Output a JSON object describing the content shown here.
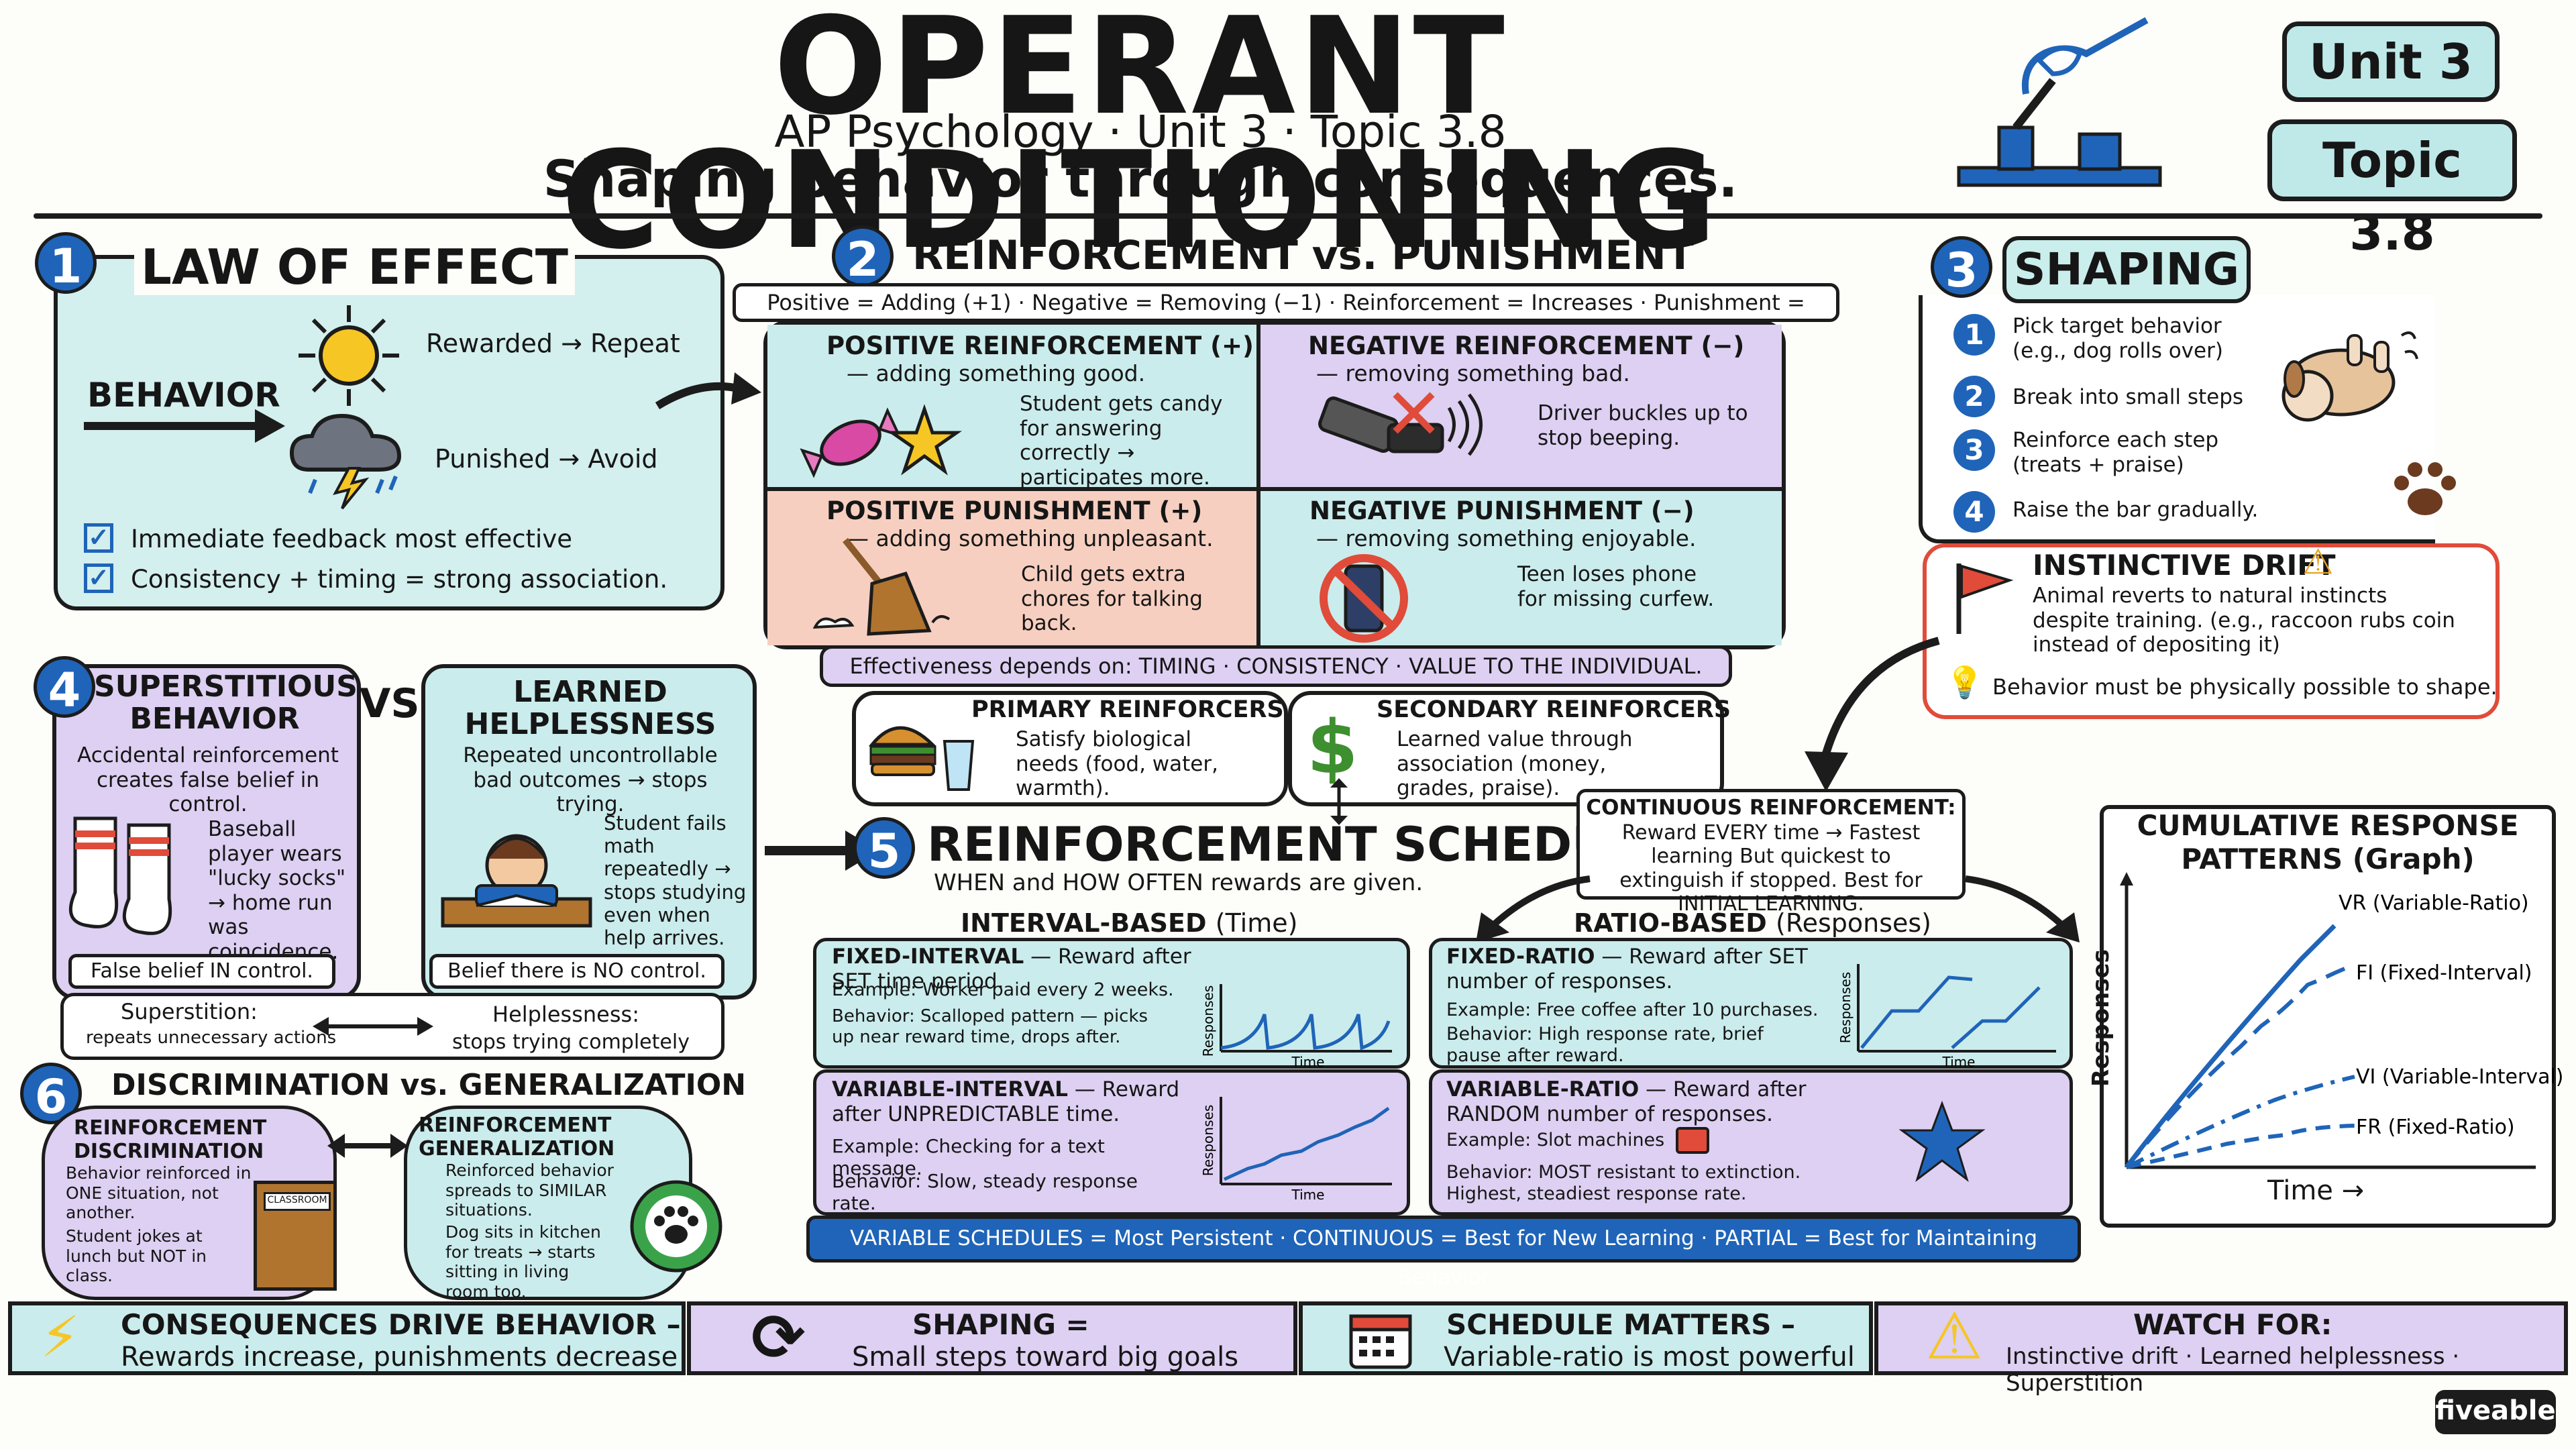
{
  "header": {
    "title": "OPERANT CONDITIONING",
    "subtitle": "AP Psychology · Unit 3 · Topic 3.8",
    "tagline": "Shaping behavior through consequences.",
    "unit_tag": "Unit 3",
    "topic_tag": "Topic 3.8"
  },
  "law_of_effect": {
    "num": "1",
    "title": "LAW OF EFFECT",
    "behavior": "BEHAVIOR",
    "rewarded": "Rewarded → Repeat",
    "punished": "Punished → Avoid",
    "check1": "Immediate feedback most effective",
    "check2": "Consistency + timing = strong association."
  },
  "reinforcement": {
    "num": "2",
    "title": "REINFORCEMENT vs. PUNISHMENT",
    "legend": "Positive = Adding (+1) · Negative = Removing (−1) · Reinforcement = Increases · Punishment = Decreases.",
    "pos_r_title": "POSITIVE REINFORCEMENT (+)",
    "pos_r_sub": "— adding something good.",
    "pos_r_ex": "Student gets candy for answering correctly → participates more.",
    "neg_r_title": "NEGATIVE REINFORCEMENT (−)",
    "neg_r_sub": "— removing something bad.",
    "neg_r_ex": "Driver buckles up to stop beeping.",
    "pos_p_title": "POSITIVE PUNISHMENT (+)",
    "pos_p_sub": "— adding something unpleasant.",
    "pos_p_ex": "Child gets extra chores for talking back.",
    "neg_p_title": "NEGATIVE PUNISHMENT (−)",
    "neg_p_sub": "— removing something enjoyable.",
    "neg_p_ex": "Teen loses phone for missing curfew.",
    "effectiveness": "Effectiveness depends on: TIMING · CONSISTENCY · VALUE TO THE INDIVIDUAL.",
    "primary_title": "PRIMARY REINFORCERS",
    "primary_text": "Satisfy biological needs (food, water, warmth).",
    "secondary_title": "SECONDARY REINFORCERS",
    "secondary_text": "Learned value through association (money, grades, praise)."
  },
  "shaping": {
    "num": "3",
    "title": "SHAPING",
    "steps": [
      {
        "n": "1",
        "text": "Pick target behavior (e.g., dog rolls over)"
      },
      {
        "n": "2",
        "text": "Break into small steps"
      },
      {
        "n": "3",
        "text": "Reinforce each step (treats + praise)"
      },
      {
        "n": "4",
        "text": "Raise the bar gradually."
      }
    ],
    "drift_title": "INSTINCTIVE DRIFT",
    "drift_text": "Animal reverts to natural instincts despite training. (e.g., raccoon rubs coin instead of depositing it)",
    "drift_tip": "Behavior must be physically possible to shape."
  },
  "superstition": {
    "num": "4",
    "title": "SUPERSTITIOUS BEHAVIOR",
    "vs": "VS.",
    "text": "Accidental reinforcement creates false belief in control.",
    "example": "Baseball player wears \"lucky socks\" → home run was coincidence.",
    "footer": "False belief IN control.",
    "lh_title": "LEARNED HELPLESSNESS",
    "lh_text": "Repeated uncontrollable bad outcomes → stops trying.",
    "lh_example": "Student fails math repeatedly → stops studying even when help arrives.",
    "lh_footer": "Belief there is NO control.",
    "compare_left_title": "Superstition:",
    "compare_left_text": "repeats unnecessary actions",
    "compare_right_title": "Helplessness:",
    "compare_right_text": "stops trying completely"
  },
  "schedules": {
    "num": "5",
    "title": "REINFORCEMENT SCHEDULES",
    "subtitle": "WHEN and HOW OFTEN rewards are given.",
    "continuous_title": "CONTINUOUS REINFORCEMENT:",
    "continuous_text": "Reward EVERY time → Fastest learning But quickest to extinguish if stopped. Best for INITIAL LEARNING.",
    "interval_head": "INTERVAL-BASED",
    "interval_head_sub": "(Time)",
    "ratio_head": "RATIO-BASED",
    "ratio_head_sub": "(Responses)",
    "fi_title": "FIXED-INTERVAL",
    "fi_desc": "— Reward after SET time period.",
    "fi_example": "Example: Worker paid every 2 weeks.",
    "fi_behavior": "Behavior: Scalloped pattern — picks up near reward time, drops after.",
    "vi_title": "VARIABLE-INTERVAL",
    "vi_desc": "— Reward after UNPREDICTABLE time.",
    "vi_example": "Example: Checking for a text message.",
    "vi_behavior": "Behavior: Slow, steady response rate.",
    "fr_title": "FIXED-RATIO",
    "fr_desc": "— Reward after SET number of responses.",
    "fr_example": "Example: Free coffee after 10 purchases.",
    "fr_behavior": "Behavior: High response rate, brief pause after reward.",
    "vr_title": "VARIABLE-RATIO",
    "vr_desc": "— Reward after RANDOM number of responses.",
    "vr_example": "Example: Slot machines",
    "vr_behavior": "Behavior: MOST resistant to extinction. Highest, steadiest response rate.",
    "mini_y": "Responses",
    "mini_x": "Time",
    "summary": "VARIABLE SCHEDULES = Most Persistent · CONTINUOUS = Best for New Learning · PARTIAL = Best for Maintaining Behavior"
  },
  "cumulative": {
    "title": "CUMULATIVE RESPONSE PATTERNS (Graph)",
    "ylabel": "Responses",
    "xlabel": "Time →",
    "series": [
      {
        "name": "VR (Variable-Ratio)"
      },
      {
        "name": "FI (Fixed-Interval)"
      },
      {
        "name": "VI (Variable-Interval)"
      },
      {
        "name": "FR (Fixed-Ratio)"
      }
    ]
  },
  "discrimination": {
    "num": "6",
    "title": "DISCRIMINATION vs. GENERALIZATION",
    "disc_title": "REINFORCEMENT DISCRIMINATION",
    "disc_text": "Behavior reinforced in ONE situation, not another.",
    "disc_example": "Student jokes at lunch but NOT in class.",
    "door_label": "CLASSROOM",
    "gen_title": "REINFORCEMENT GENERALIZATION",
    "gen_text": "Reinforced behavior spreads to SIMILAR situations.",
    "gen_example": "Dog sits in kitchen for treats → starts sitting in living room too."
  },
  "footer": {
    "b1_title": "CONSEQUENCES DRIVE BEHAVIOR –",
    "b1_text": "Rewards increase, punishments decrease",
    "b2_title": "SHAPING =",
    "b2_text": "Small steps toward big goals",
    "b3_title": "SCHEDULE MATTERS –",
    "b3_text": "Variable-ratio is most powerful",
    "b4_title": "WATCH FOR:",
    "b4_text": "Instinctive drift · Learned helplessness · Superstition",
    "brand": "fiveable"
  },
  "colors": {
    "teal": "#c9eeec",
    "lavender": "#ddd0f2",
    "peach": "#f7cfc0",
    "blue": "#1f64b8",
    "red": "#e04b3a"
  }
}
